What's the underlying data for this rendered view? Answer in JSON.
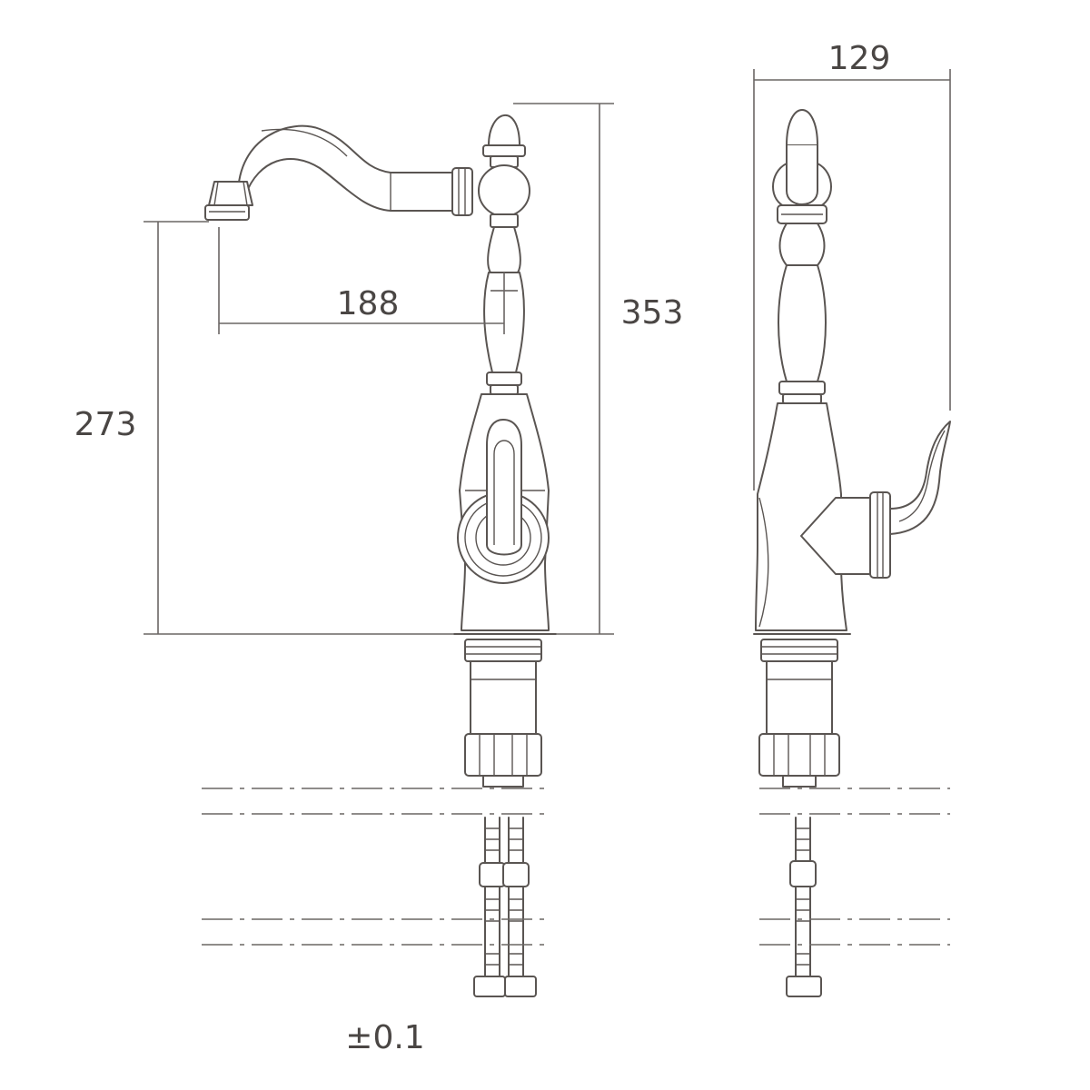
{
  "dimensions": {
    "spout_reach": "188",
    "spout_height": "273",
    "total_height": "353",
    "side_width": "129"
  },
  "tolerance": "±0.1"
}
